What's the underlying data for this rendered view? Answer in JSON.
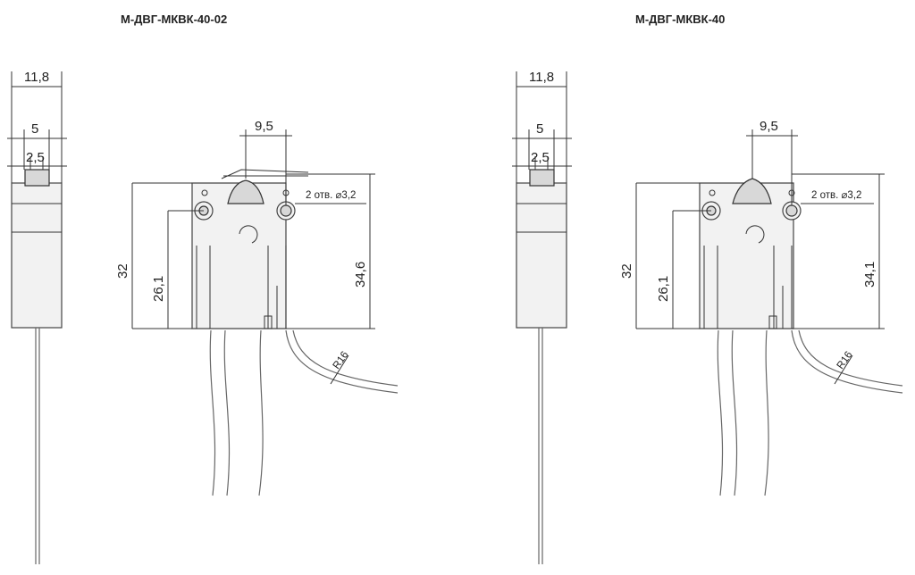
{
  "drawings": [
    {
      "title": "М-ДВГ-МКВК-40-02",
      "dims": {
        "width_side": "11,8",
        "slot_outer": "5",
        "slot_inner": "2,5",
        "hole_pitch": "9,5",
        "holes_note": "2 отв. ⌀3,2",
        "height_total": "32",
        "height_holes": "26,1",
        "height_right": "34,6",
        "radius": "R16"
      }
    },
    {
      "title": "М-ДВГ-МКВК-40",
      "dims": {
        "width_side": "11,8",
        "slot_outer": "5",
        "slot_inner": "2,5",
        "hole_pitch": "9,5",
        "holes_note": "2 отв. ⌀3,2",
        "height_total": "32",
        "height_holes": "26,1",
        "height_right": "34,1",
        "radius": "R16"
      }
    }
  ]
}
